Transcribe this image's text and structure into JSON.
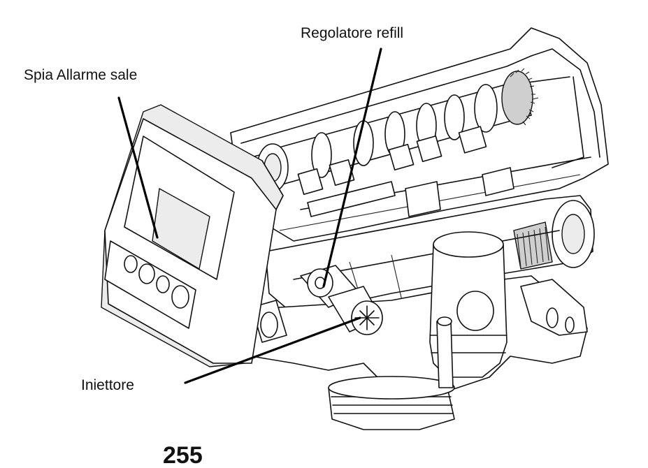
{
  "labels": {
    "salt_alarm": "Spia Allarme sale",
    "refill_regulator": "Regolatore refill",
    "injector": "Iniettore",
    "model_number": "255"
  },
  "colors": {
    "line": "#111111",
    "background": "#ffffff"
  }
}
